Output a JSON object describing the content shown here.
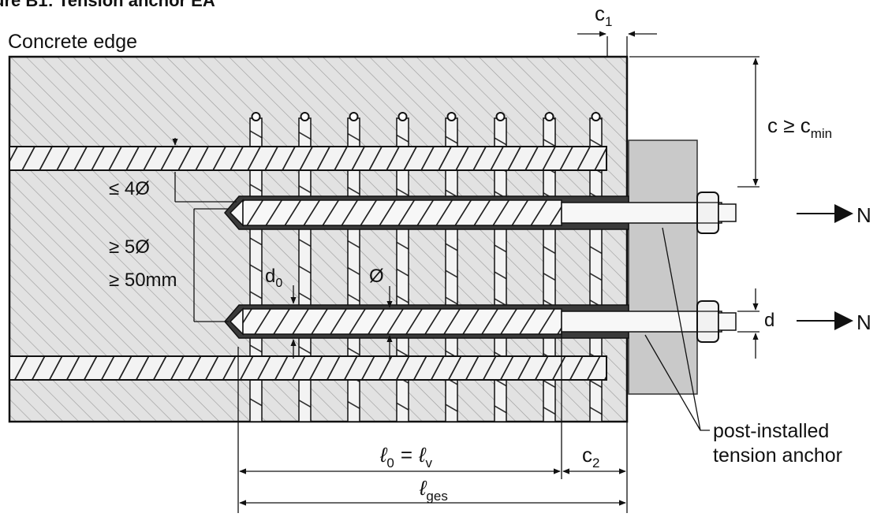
{
  "figure": {
    "caption": "ure B1: Tension anchor EA"
  },
  "labels": {
    "concrete_edge": "Concrete edge",
    "c1_main": "c",
    "c1_sub": "1",
    "c_main": "c ≥ c",
    "c_sub": "min",
    "spacing_max": "≤ 4Ø",
    "spacing_min_1": "≥ 5Ø",
    "spacing_min_2": "≥ 50mm",
    "d0_main": "d",
    "d0_sub": "0",
    "bar_dia": "Ø",
    "d": "d",
    "force_top": "N",
    "force_bottom": "N",
    "l0_main": "ℓ",
    "l0_sub": "0",
    "eq": "=",
    "lv_main": "ℓ",
    "lv_sub": "v",
    "c2_main": "c",
    "c2_sub": "2",
    "lges_main": "ℓ",
    "lges_sub": "ges",
    "anchor_line1": "post-installed",
    "anchor_line2": "tension anchor"
  }
}
